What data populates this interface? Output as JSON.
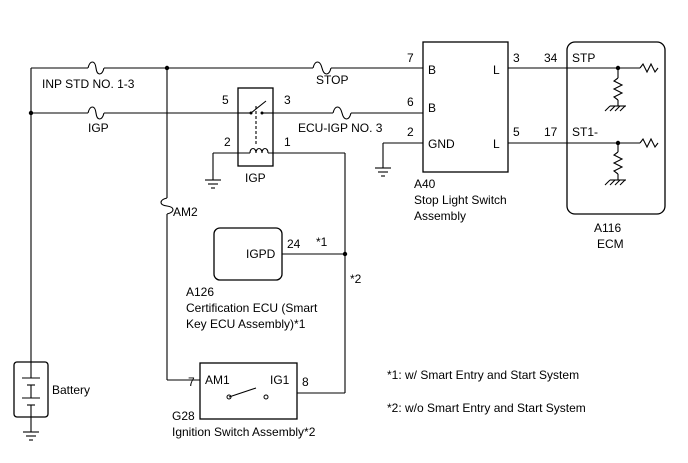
{
  "fuses": {
    "inp_std": "INP STD NO. 1-3",
    "igp": "IGP",
    "stop": "STOP",
    "ecu_igp": "ECU-IGP NO. 3",
    "am2": "AM2"
  },
  "igp_relay": {
    "label": "IGP",
    "pins": {
      "p5": "5",
      "p3": "3",
      "p2": "2",
      "p1": "1"
    }
  },
  "a40": {
    "code": "A40",
    "name_line1": "Stop Light Switch",
    "name_line2": "Assembly",
    "pins": {
      "p7": "7",
      "p6": "6",
      "p2": "2",
      "p3": "3",
      "p5": "5"
    },
    "terms": {
      "b1": "B",
      "b2": "B",
      "gnd": "GND",
      "l1": "L",
      "l2": "L"
    }
  },
  "a116": {
    "code": "A116",
    "name": "ECM",
    "pin_stp": "34",
    "term_stp": "STP",
    "pin_st1": "17",
    "term_st1": "ST1-"
  },
  "a126": {
    "code": "A126",
    "name_line1": "Certification ECU (Smart",
    "name_line2": "Key ECU Assembly)*1",
    "terminal": "IGPD",
    "pin": "24"
  },
  "g28": {
    "code": "G28",
    "name": "Ignition Switch Assembly*2",
    "term_am1": "AM1",
    "term_ig1": "IG1",
    "pin_am1": "7",
    "pin_ig1": "8"
  },
  "markers": {
    "m1": "*1",
    "m2": "*2"
  },
  "battery": "Battery",
  "notes": {
    "n1": "*1: w/ Smart Entry and Start System",
    "n2": "*2: w/o Smart Entry and Start System"
  }
}
